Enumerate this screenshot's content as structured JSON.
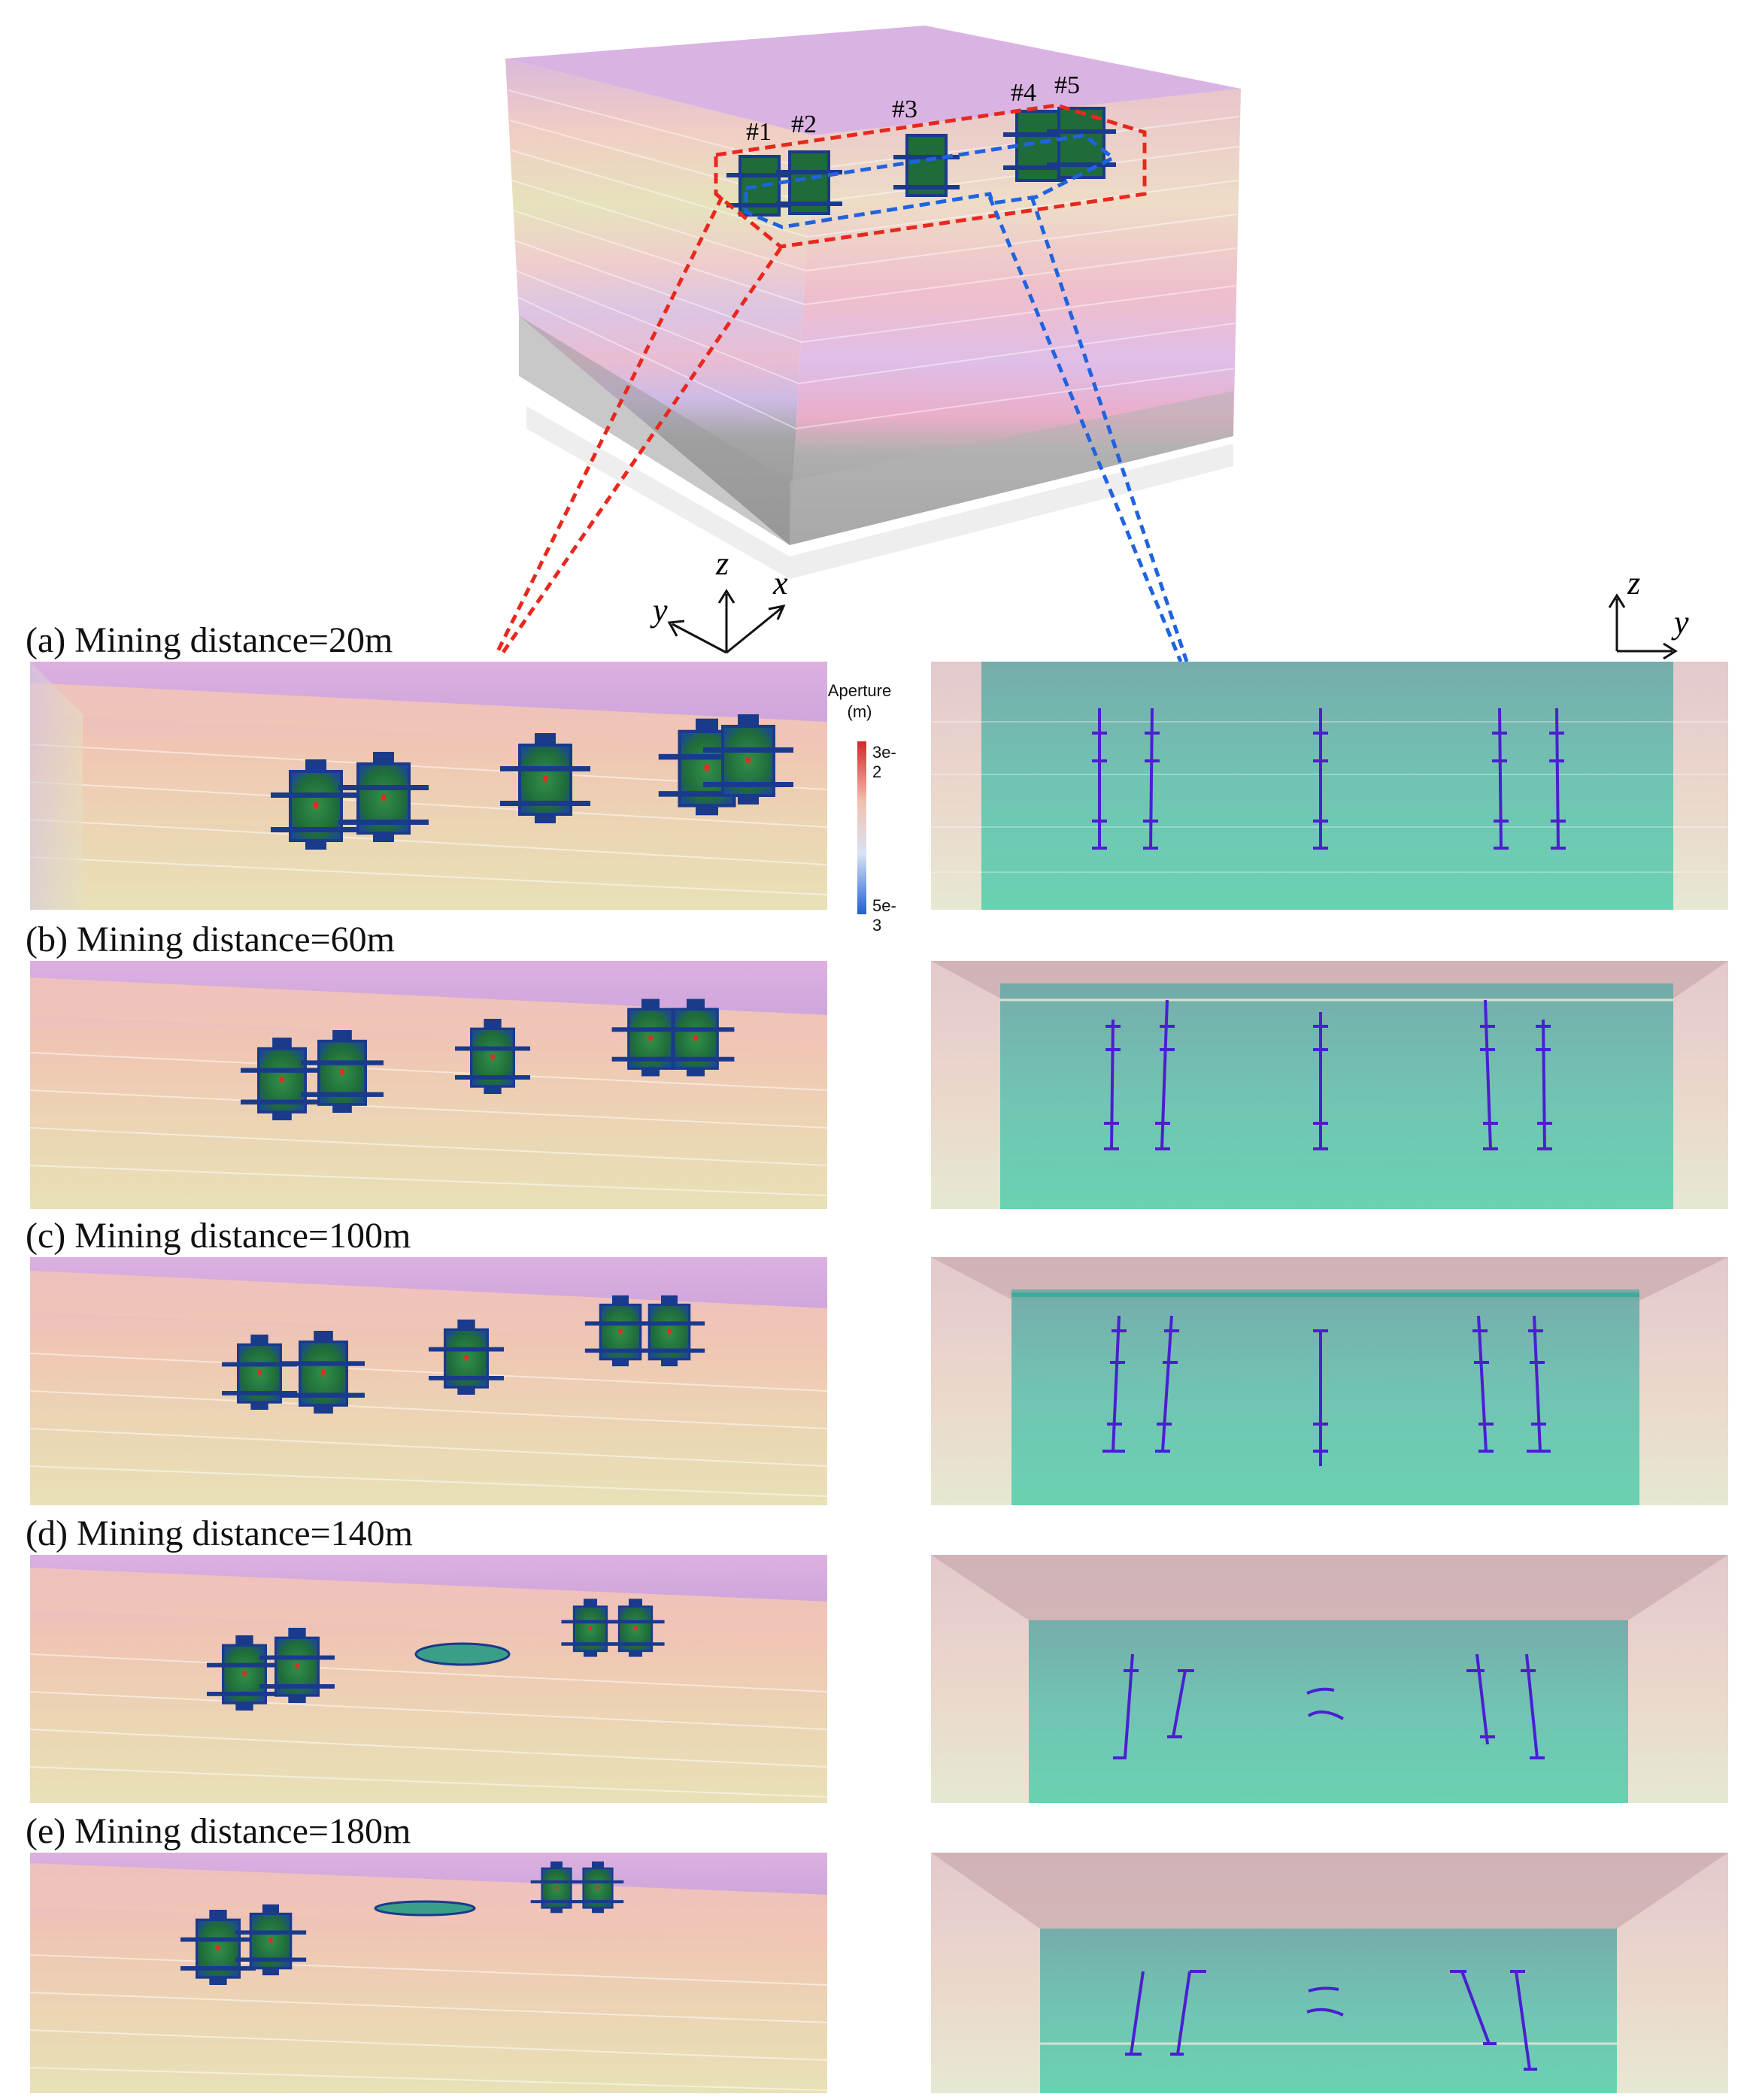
{
  "top_block": {
    "fracture_labels": [
      "#1",
      "#2",
      "#3",
      "#4",
      "#5"
    ]
  },
  "axes": {
    "left": {
      "z": "z",
      "x": "x",
      "y": "y"
    },
    "right": {
      "z": "z",
      "y": "y"
    }
  },
  "colorbar": {
    "title_line1": "Aperture",
    "title_line2": "(m)",
    "max_label": "3e-2",
    "min_label": "5e-3",
    "colors": [
      "#d62728",
      "#f2c0b0",
      "#d9e3f4",
      "#1f5fd6"
    ]
  },
  "panels": [
    {
      "label": "(a) Mining distance=20m"
    },
    {
      "label": "(b) Mining distance=60m"
    },
    {
      "label": "(c) Mining distance=100m"
    },
    {
      "label": "(d) Mining distance=140m"
    },
    {
      "label": "(e) Mining distance=180m"
    }
  ],
  "colors": {
    "red_frame": "#e8281e",
    "blue_frame": "#1f63e0",
    "fracture_green": "#1f7a3a",
    "fracture_blue": "#1a3a8c",
    "section_teal": "#5cc7ac",
    "trace_purple": "#4b1fd0"
  }
}
